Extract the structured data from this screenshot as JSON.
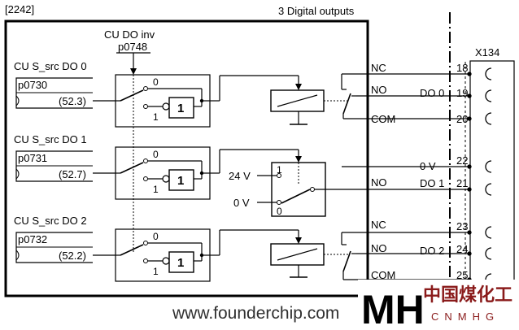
{
  "header": {
    "ref": "[2242]",
    "title": "3 Digital outputs",
    "connector": "X134"
  },
  "inversion": {
    "label": "CU DO inv",
    "param": "p0748"
  },
  "channels": [
    {
      "source_label": "CU S_src DO 0",
      "param": "p0730",
      "value": "(52.3)"
    },
    {
      "source_label": "CU S_src DO 1",
      "param": "p0731",
      "value": "(52.7)"
    },
    {
      "source_label": "CU S_src DO 2",
      "param": "p0732",
      "value": "(52.2)"
    }
  ],
  "switch": {
    "pos0": "0",
    "pos1": "1",
    "inverter": "1"
  },
  "transistor_ch": {
    "v24": "24 V",
    "v0": "0 V",
    "pos1": "1",
    "pos0": "0"
  },
  "contacts": {
    "nc": "NC",
    "no": "NO",
    "com": "COM",
    "zero_v": "0 V"
  },
  "outputs": {
    "do0": "DO 0",
    "do1": "DO 1",
    "do2": "DO 2"
  },
  "terminals": {
    "t18": "18",
    "t19": "19",
    "t20": "20",
    "t22": "22",
    "t21": "21",
    "t23": "23",
    "t24": "24",
    "t25": "25"
  },
  "watermark": {
    "url": "www.founderchip.com",
    "logo_cn": "中国煤化工",
    "logo_en": "CNMHG",
    "logo_mark": "MH"
  }
}
